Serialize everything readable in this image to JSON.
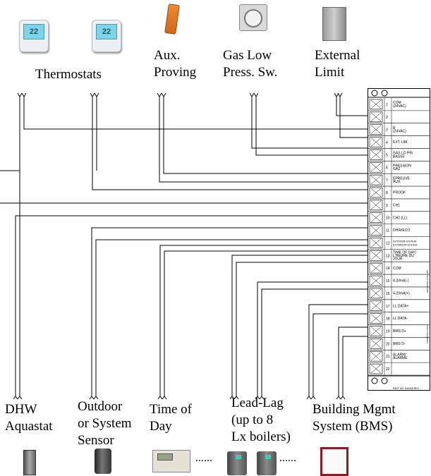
{
  "top_labels": {
    "thermostats": "Thermostats",
    "aux_proving": [
      "Aux.",
      "Proving"
    ],
    "gas_low": [
      "Gas Low",
      "Press. Sw."
    ],
    "external_limit": [
      "External",
      "Limit"
    ]
  },
  "bottom_labels": {
    "dhw": [
      "DHW",
      "Aquastat"
    ],
    "outdoor": [
      "Outdoor",
      "or System",
      "Sensor"
    ],
    "time_of_day": [
      "Time of",
      "Day"
    ],
    "lead_lag": [
      "Lead-Lag",
      "(up to 8",
      "Lx boilers)"
    ],
    "bms": [
      "Building Mgmt",
      "System (BMS)"
    ]
  },
  "thermostat_display": "22",
  "terminals": [
    {
      "num": "1",
      "text": [
        "COM",
        "(24VAC)"
      ]
    },
    {
      "num": "2",
      "text": []
    },
    {
      "num": "3",
      "text": [
        "R",
        "(24VAC)"
      ]
    },
    {
      "num": "4",
      "text": [
        "EXT. LIM."
      ]
    },
    {
      "num": "5",
      "text": [
        "GAS LO PR/",
        "BASSE"
      ]
    },
    {
      "num": "6",
      "text": [
        "PRESSION",
        "GAZ"
      ]
    },
    {
      "num": "7",
      "text": [
        "EPREUVE",
        "AUX."
      ]
    },
    {
      "num": "8",
      "text": [
        "PROOF"
      ]
    },
    {
      "num": "9",
      "text": [
        "CH1"
      ]
    },
    {
      "num": "10",
      "text": [
        "CH2 (LL)"
      ]
    },
    {
      "num": "11",
      "text": [
        "DHW/ECO"
      ]
    },
    {
      "num": "12",
      "text": [
        "OUTDOOR-SYSTEM/",
        "EXTERIEUR-SYSTEM"
      ]
    },
    {
      "num": "13",
      "text": [
        "TIME OF DAY/",
        "L'HEURE DU",
        "JOUR"
      ]
    },
    {
      "num": "14",
      "text": [
        "COM"
      ]
    },
    {
      "num": "15",
      "text": [
        "4-20mA(-)"
      ]
    },
    {
      "num": "16",
      "text": [
        "4-20mA(+)"
      ]
    },
    {
      "num": "17",
      "text": [
        "LL DATA+"
      ]
    },
    {
      "num": "18",
      "text": [
        "LL DATA-"
      ]
    },
    {
      "num": "19",
      "text": [
        "BMS D+"
      ]
    },
    {
      "num": "20",
      "text": [
        "BMS D-"
      ]
    },
    {
      "num": "21",
      "text": [
        "ALARM/",
        "ALARME"
      ]
    },
    {
      "num": "22",
      "text": []
    }
  ],
  "side_labels": [
    "SENSORS/CAPTEURS",
    "COMMUNICATION"
  ],
  "board_footer": "PART NO. 840408 REV. -",
  "dots": "......"
}
